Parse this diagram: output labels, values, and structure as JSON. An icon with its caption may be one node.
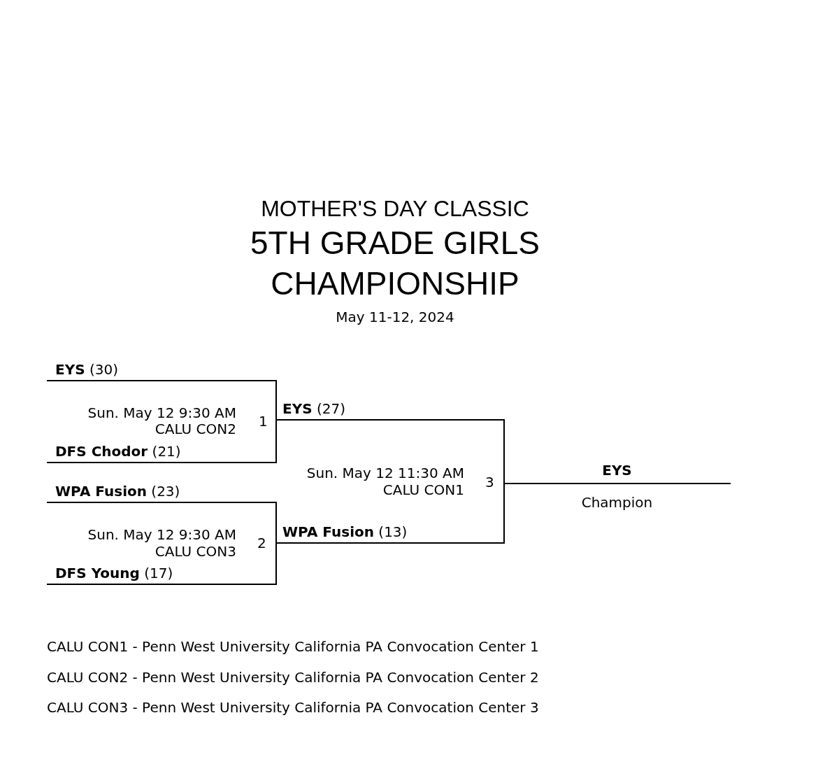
{
  "diagram": {
    "title": "5TH GRADE GIRLS CHAMPIONSHIP",
    "nodes": [
      {
        "text": [
          "**EYS** (30)"
        ]
      },
      {
        "text": [
          "**DFS Chodor** (21)"
        ]
      },
      {
        "text": [
          "**WPA Fusion** (23)"
        ]
      },
      {
        "text": [
          "**DFS Young** (17)"
        ]
      },
      {
        "text": [
          "**EYS** (27)"
        ]
      },
      {
        "text": [
          "**WPA Fusion** (13)"
        ]
      },
      {
        "text": [
          "EYS",
          "Champion"
        ]
      }
    ],
    "edges": [
      {
        "from": 0,
        "to": 4,
        "arrow": "none"
      },
      {
        "from": 1,
        "to": 4,
        "arrow": "none"
      },
      {
        "from": 2,
        "to": 5,
        "arrow": "none"
      },
      {
        "from": 3,
        "to": 5,
        "arrow": "none"
      },
      {
        "from": 4,
        "to": 6,
        "arrow": "none"
      },
      {
        "from": 5,
        "to": 6,
        "arrow": "none"
      }
    ],
    "labels": [
      "MOTHER'S DAY CLASSIC",
      "May 11-12, 2024",
      "Sun. May 12 9:30 AM",
      "CALU CON2",
      "1",
      "Sun. May 12 11:30 AM",
      "CALU CON1",
      "3",
      "Sun. May 12 9:30 AM",
      "CALU CON3",
      "2",
      "CALU CON1 - Penn West University California PA Convocation Center 1",
      "CALU CON2 - Penn West University California PA Convocation Center 2",
      "CALU CON3 - Penn West University California PA Convocation Center 3"
    ]
  }
}
